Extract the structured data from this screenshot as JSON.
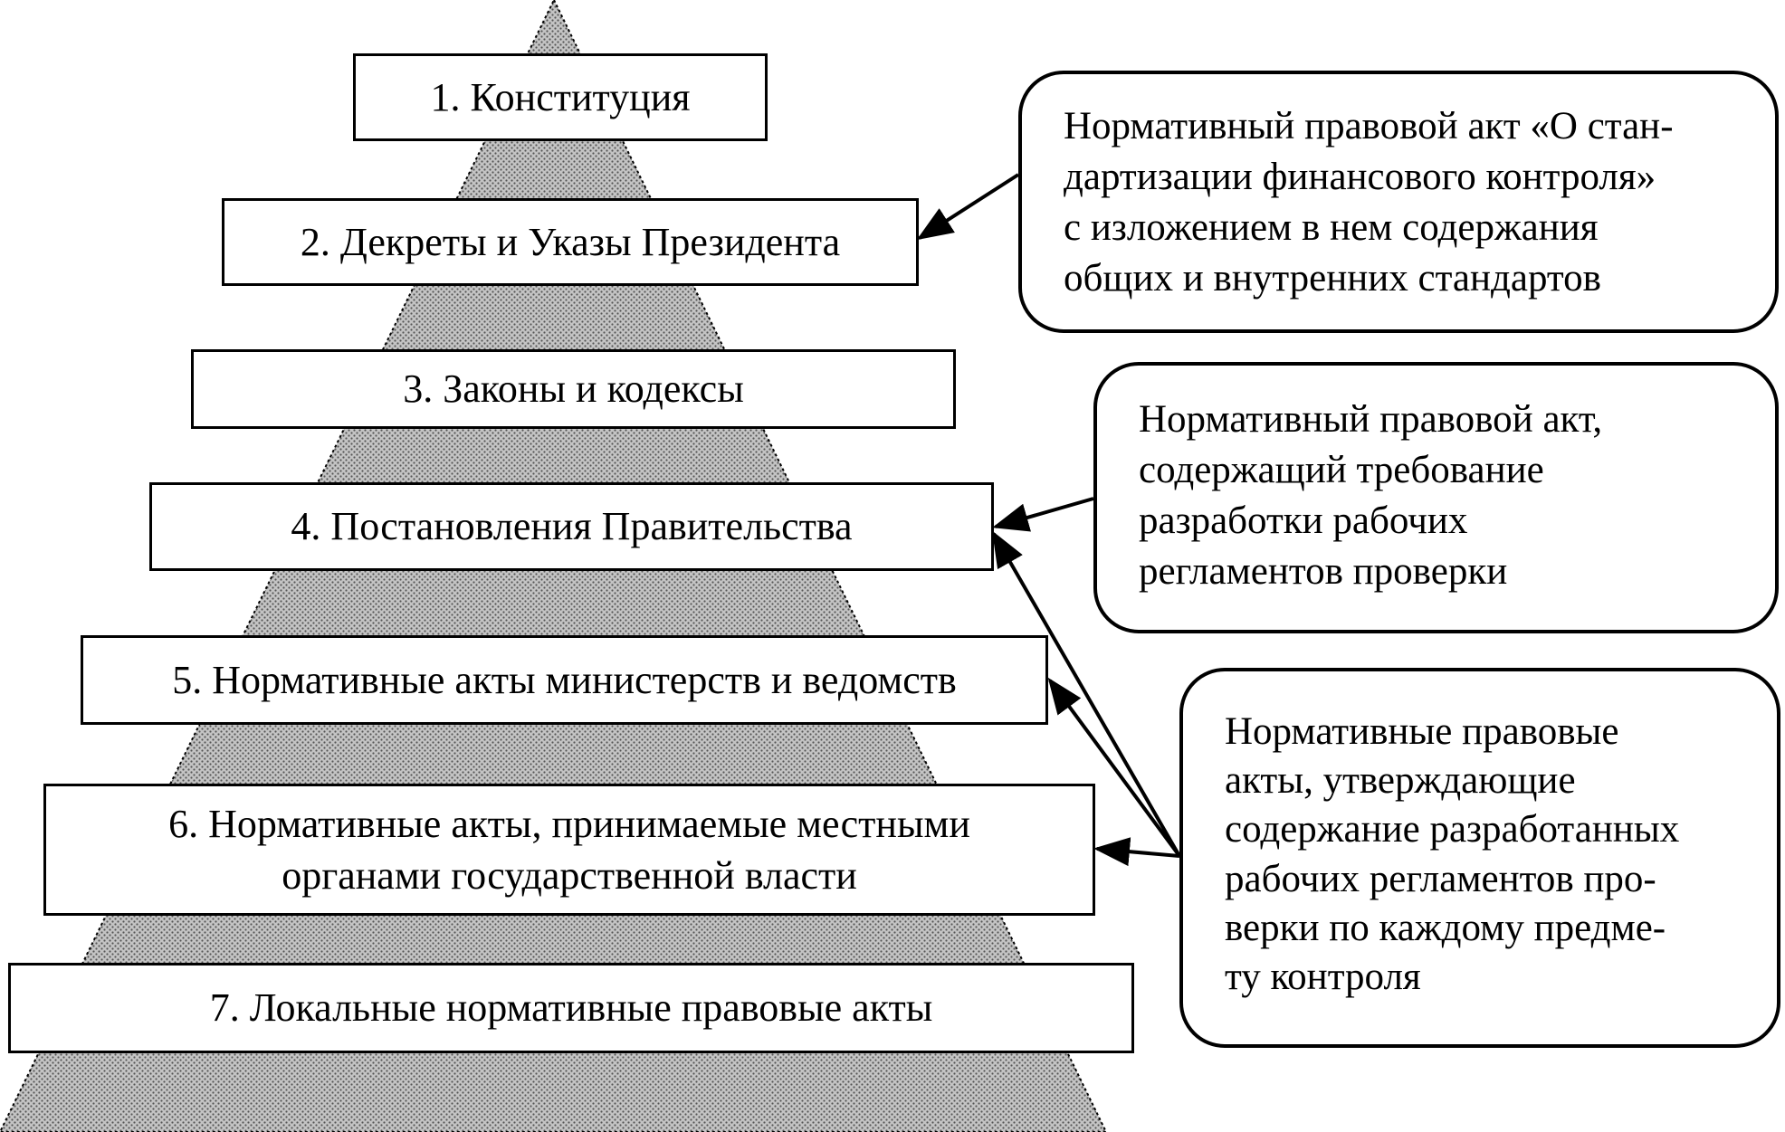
{
  "levels": [
    {
      "lines": [
        "1. Конституция"
      ]
    },
    {
      "lines": [
        "2. Декреты и Указы Президента"
      ]
    },
    {
      "lines": [
        "3. Законы и кодексы"
      ]
    },
    {
      "lines": [
        "4. Постановления Правительства"
      ]
    },
    {
      "lines": [
        "5. Нормативные акты министерств и ведомств"
      ]
    },
    {
      "lines": [
        "6. Нормативные акты, принимаемые местными",
        "органами государственной власти"
      ]
    },
    {
      "lines": [
        "7. Локальные нормативные правовые акты"
      ]
    }
  ],
  "notes": [
    {
      "lines": [
        "Нормативный правовой акт «О стан-",
        "дартизации финансового контроля»",
        "с изложением в нем содержания",
        "общих и внутренних стандартов"
      ]
    },
    {
      "lines": [
        "Нормативный правовой акт,",
        "содержащий  требование",
        "разработки  рабочих",
        "регламентов проверки"
      ]
    },
    {
      "lines": [
        "Нормативные правовые",
        "акты, утверждающие",
        "содержание разработанных",
        "рабочих регламентов про-",
        "верки по каждому предме-",
        "ту контроля"
      ]
    }
  ],
  "colors": {
    "pyramid_fill": "#b8b8b8",
    "stroke": "#000000",
    "box_fill": "#ffffff"
  }
}
